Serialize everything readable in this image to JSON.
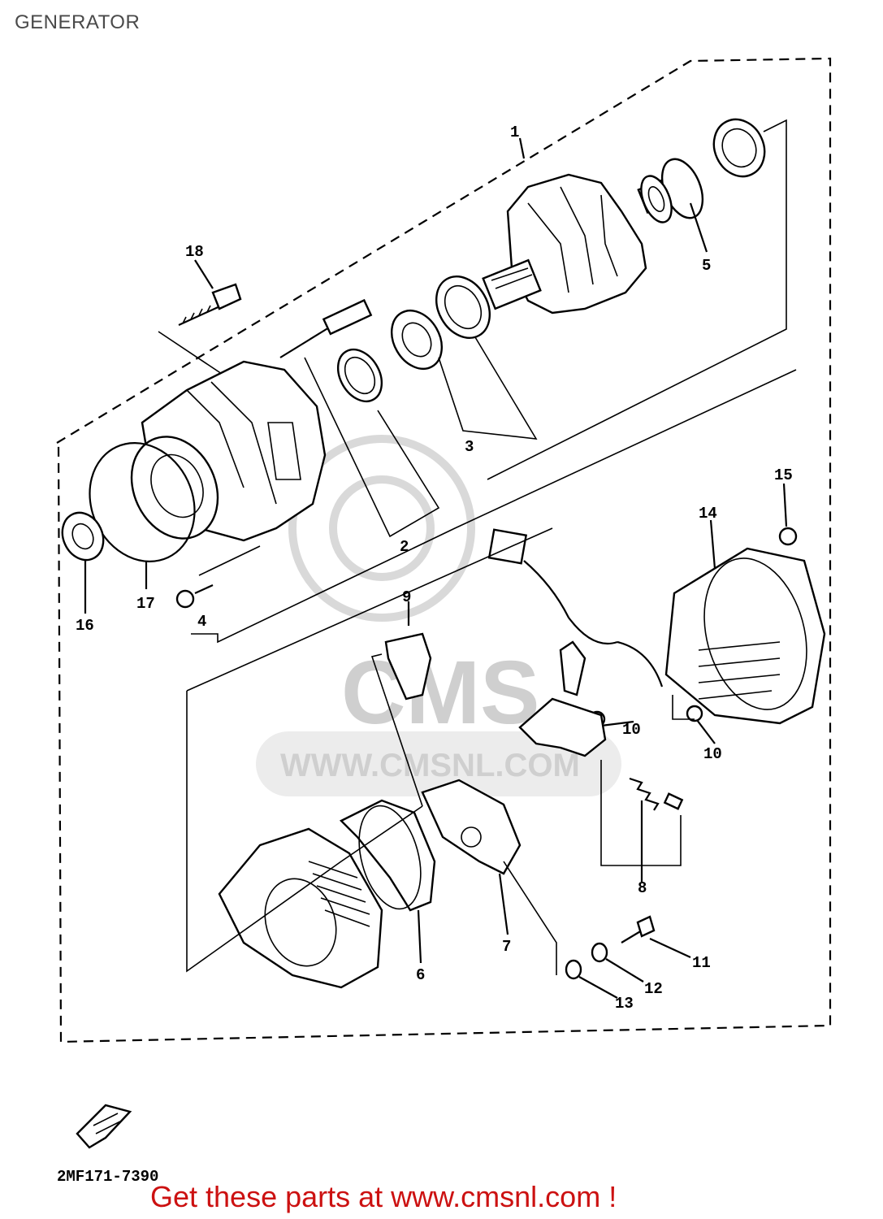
{
  "title": "GENERATOR",
  "callouts": {
    "c1": "1",
    "c2": "2",
    "c3": "3",
    "c4": "4",
    "c5": "5",
    "c6": "6",
    "c7": "7",
    "c8": "8",
    "c9": "9",
    "c10a": "10",
    "c10b": "10",
    "c11": "11",
    "c12": "12",
    "c13": "13",
    "c14": "14",
    "c15": "15",
    "c16": "16",
    "c17": "17",
    "c18": "18"
  },
  "watermark": {
    "brand": "CMS",
    "url": "WWW.CMSNL.COM"
  },
  "part_code": "2MF171-7390",
  "promo": "Get these parts at www.cmsnl.com !",
  "colors": {
    "promo": "#cc1111",
    "title": "#4a4a4a",
    "watermark": "#d0d0d0"
  }
}
